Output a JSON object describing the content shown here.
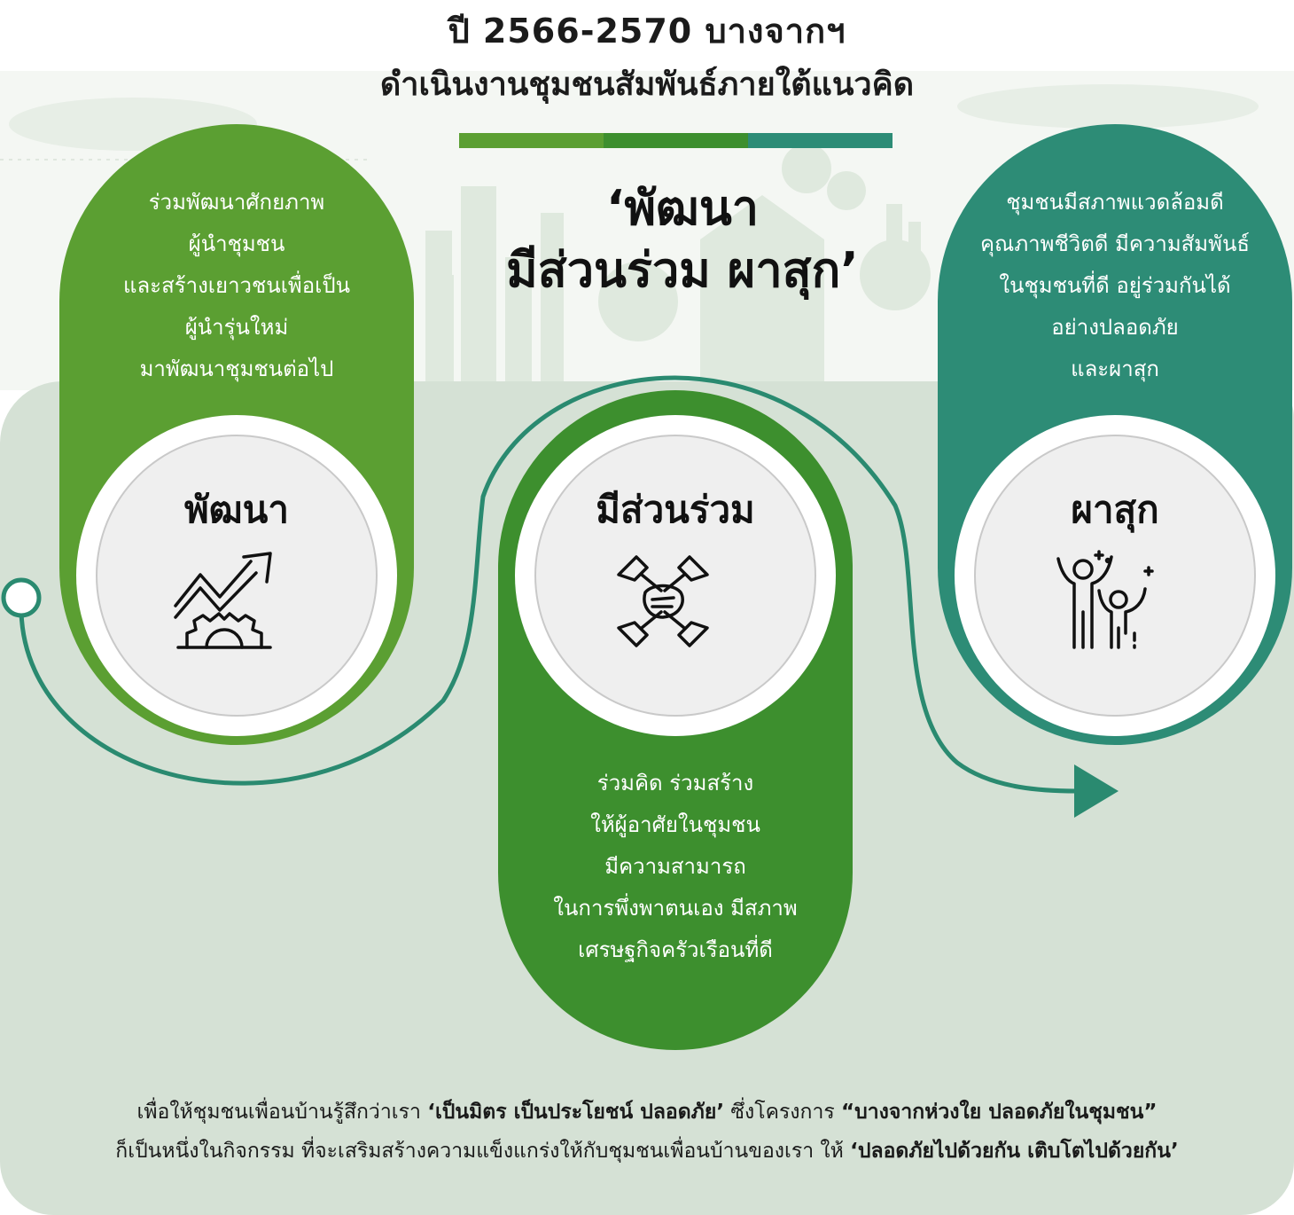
{
  "title": {
    "line1": "ปี 2566-2570 บางจากฯ",
    "line2": "ดำเนินงานชุมชนสัมพันธ์ภายใต้แนวคิด"
  },
  "concept": {
    "line1": "‘พัฒนา",
    "line2": "มีส่วนร่วม ผาสุก’"
  },
  "colors": {
    "light_green": "#5b9f32",
    "mid_green": "#3d8f2e",
    "teal": "#2d8c76",
    "panel_bg": "#d5e1d5"
  },
  "pillars": [
    {
      "label": "พัฒนา",
      "icon": "growth-gear-arrow-icon",
      "description": [
        "ร่วมพัฒนาศักยภาพ",
        "ผู้นำชุมชน",
        "และสร้างเยาวชนเพื่อเป็น",
        "ผู้นำรุ่นใหม่",
        "มาพัฒนาชุมชนต่อไป"
      ]
    },
    {
      "label": "มีส่วนร่วม",
      "icon": "joined-hands-icon",
      "description": [
        "ร่วมคิด ร่วมสร้าง",
        "ให้ผู้อาศัยในชุมชน",
        "มีความสามารถ",
        "ในการพึ่งพาตนเอง มีสภาพ",
        "เศรษฐกิจครัวเรือนที่ดี"
      ]
    },
    {
      "label": "ผาสุก",
      "icon": "happy-family-icon",
      "description": [
        "ชุมชนมีสภาพแวดล้อมดี",
        "คุณภาพชีวิตดี มีความสัมพันธ์",
        "ในชุมชนที่ดี อยู่ร่วมกันได้",
        "อย่างปลอดภัย",
        "และผาสุก"
      ]
    }
  ],
  "footer": {
    "l1_a": "เพื่อให้ชุมชนเพื่อนบ้านรู้สึกว่าเรา ",
    "l1_b": "‘เป็นมิตร เป็นประโยชน์ ปลอดภัย’",
    "l1_c": " ซึ่งโครงการ ",
    "l1_d": "“บางจากห่วงใย ปลอดภัยในชุมชน”",
    "l2_a": "ก็เป็นหนึ่งในกิจกรรม ที่จะเสริมสร้างความแข็งแกร่งให้กับชุมชนเพื่อนบ้านของเรา ให้ ",
    "l2_b": "‘ปลอดภัยไปด้วยกัน เติบโตไปด้วยกัน’"
  }
}
